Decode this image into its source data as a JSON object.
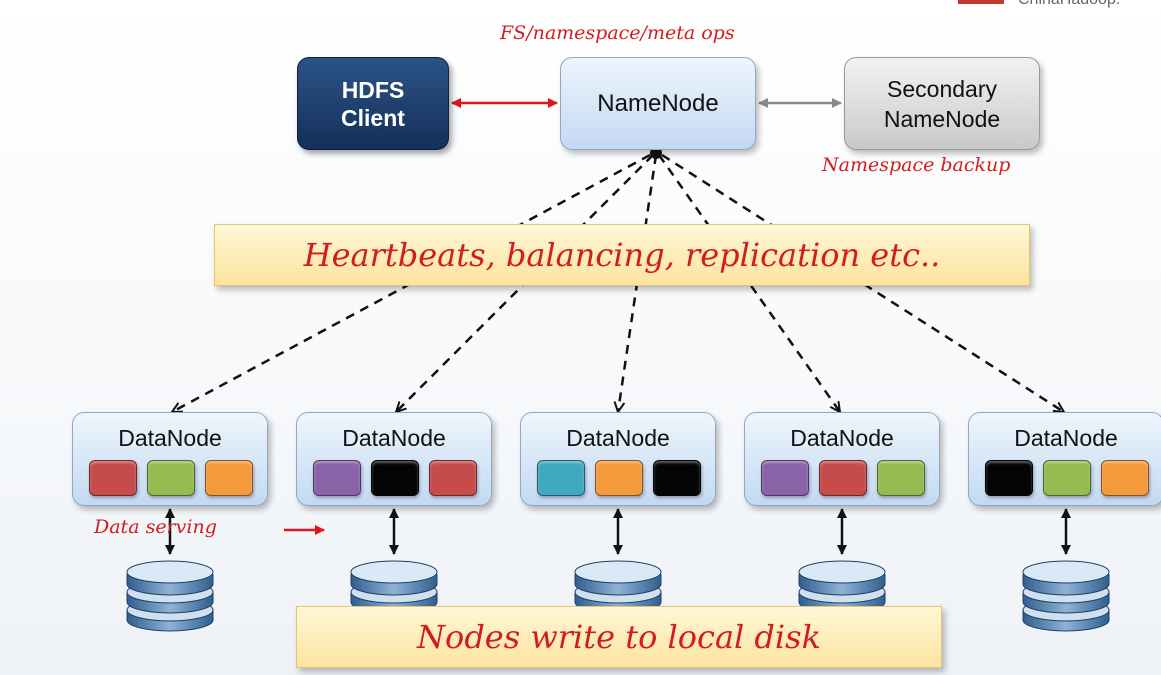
{
  "watermark": "ChinaHadoop.",
  "top_label": "FS/namespace/meta ops",
  "client": {
    "line1": "HDFS",
    "line2": "Client"
  },
  "namenode": {
    "label": "NameNode"
  },
  "secondary": {
    "line1": "Secondary",
    "line2": "NameNode"
  },
  "backup_label": "Namespace backup",
  "heartbeat_banner": "Heartbeats, balancing, replication etc..",
  "data_serving_label": "Data serving",
  "disk_banner": "Nodes write to local disk",
  "colors": {
    "red": "#c64b4b",
    "green": "#93bb4f",
    "orange": "#f29a3c",
    "purple": "#8a63a8",
    "black": "#050505",
    "teal": "#3fa9c0",
    "arrow_red": "#e0141c",
    "arrow_gray": "#8a8a8a"
  },
  "datanodes": [
    {
      "label": "DataNode",
      "blocks": [
        "red",
        "green",
        "orange"
      ]
    },
    {
      "label": "DataNode",
      "blocks": [
        "purple",
        "black",
        "red"
      ]
    },
    {
      "label": "DataNode",
      "blocks": [
        "teal",
        "orange",
        "black"
      ]
    },
    {
      "label": "DataNode",
      "blocks": [
        "purple",
        "red",
        "green"
      ]
    },
    {
      "label": "DataNode",
      "blocks": [
        "black",
        "green",
        "orange"
      ]
    }
  ]
}
